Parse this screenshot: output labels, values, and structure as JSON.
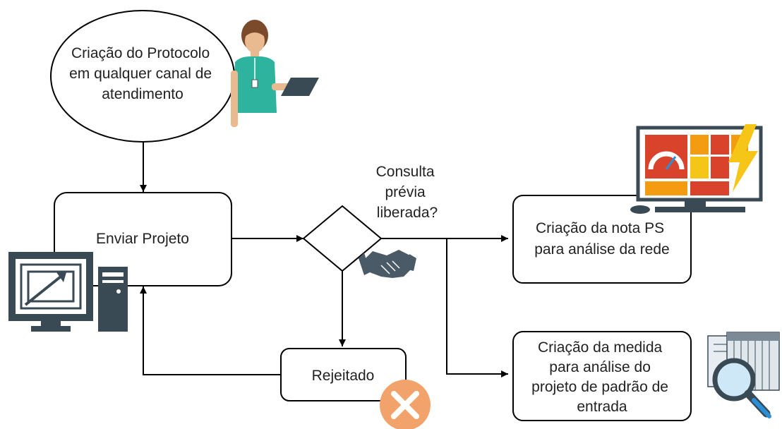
{
  "nodes": {
    "start": {
      "lines": [
        "Criação do Protocolo",
        "em qualquer canal de",
        "atendimento"
      ]
    },
    "send_project": {
      "label": "Enviar Projeto"
    },
    "decision": {
      "lines": [
        "Consulta",
        "prévia",
        "liberada?"
      ]
    },
    "rejected": {
      "label": "Rejeitado"
    },
    "nota_ps": {
      "lines": [
        "Criação da nota PS",
        "para análise da rede"
      ]
    },
    "medida": {
      "lines": [
        "Criação da medida",
        "para análise do",
        "projeto de padrão de",
        "entrada"
      ]
    }
  },
  "colors": {
    "stroke": "#000000",
    "text": "#222222",
    "teal": "#2db39e",
    "monitor_dark": "#3a4a55",
    "reject_orange": "#f2a36b",
    "handshake": "#4a5a67",
    "bolt_yellow": "#f5c518",
    "tile_red": "#d9432c"
  },
  "icons": [
    "person-icon",
    "tablet-icon",
    "computer-icon",
    "handshake-icon",
    "dashboard-monitor-icon",
    "lightning-icon",
    "reject-x-icon",
    "documents-icon",
    "magnifier-icon"
  ]
}
